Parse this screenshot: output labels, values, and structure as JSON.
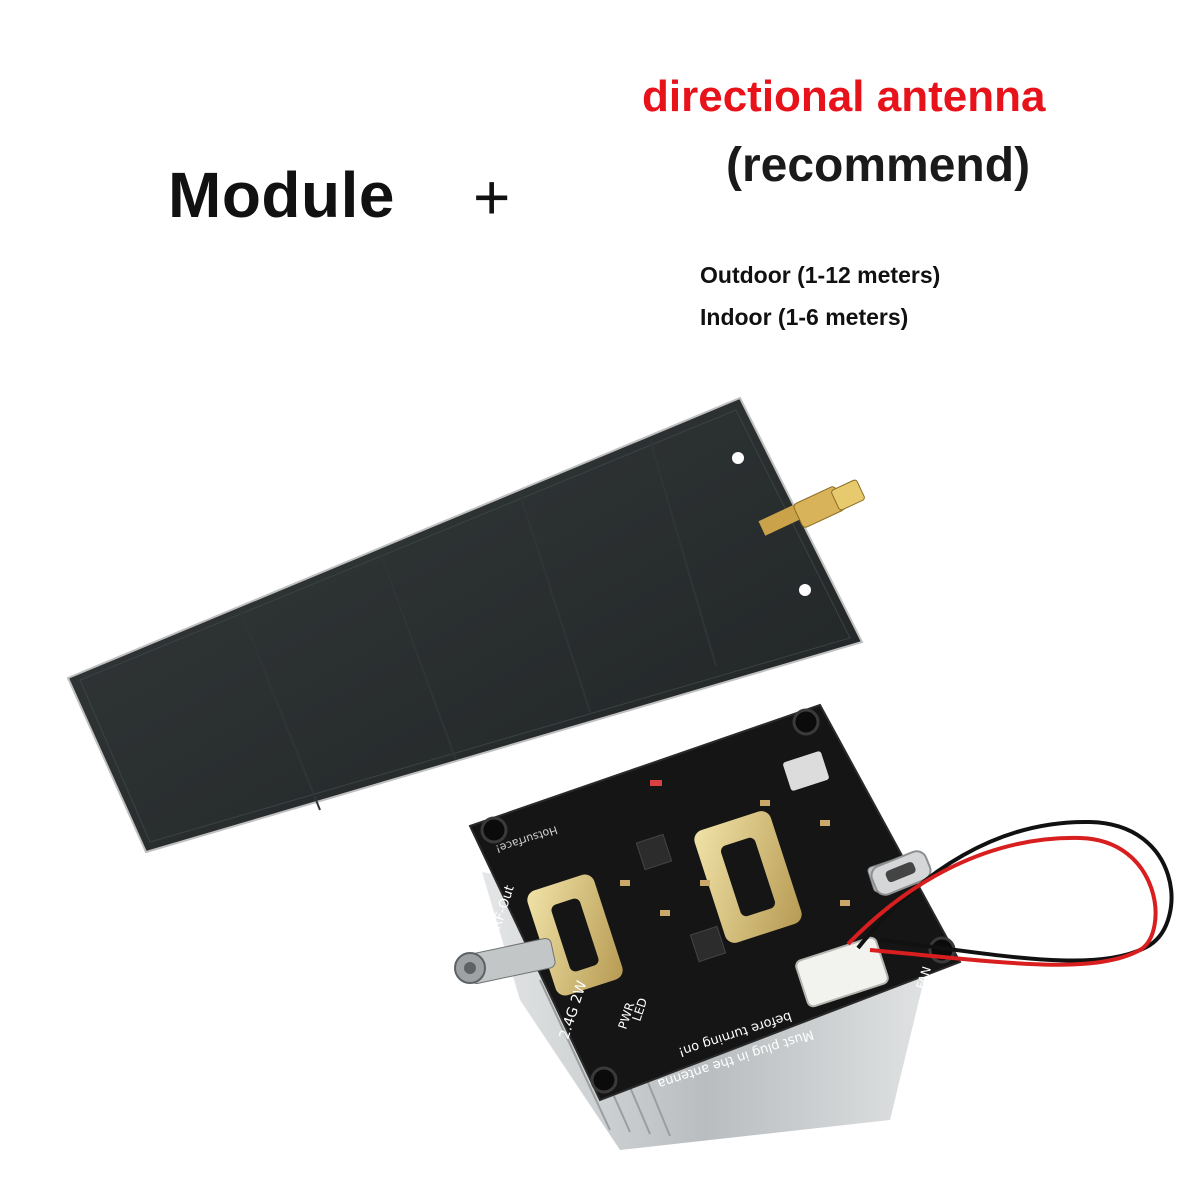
{
  "heading": {
    "module": "Module",
    "plus": "+",
    "antenna": "directional antenna",
    "recommend": "(recommend)"
  },
  "ranges": [
    "Outdoor (1-12 meters)",
    "Indoor (1-6 meters)"
  ],
  "board": {
    "rf_label": "RF-Out",
    "model_label": "2.4G 2W",
    "pwr_label": "PWR",
    "led_label": "LED",
    "fan_label": "FAN",
    "brand": "Hotsurface!",
    "warning_line1": "Must plug in the antenna",
    "warning_line2": "before turning on!"
  },
  "colors": {
    "title_red": "#e8131a",
    "pcb_black": "#151515",
    "antenna_board": "#2b3031",
    "gold_trace": "#cdb77a",
    "heatsink": "#c8cbcc"
  }
}
